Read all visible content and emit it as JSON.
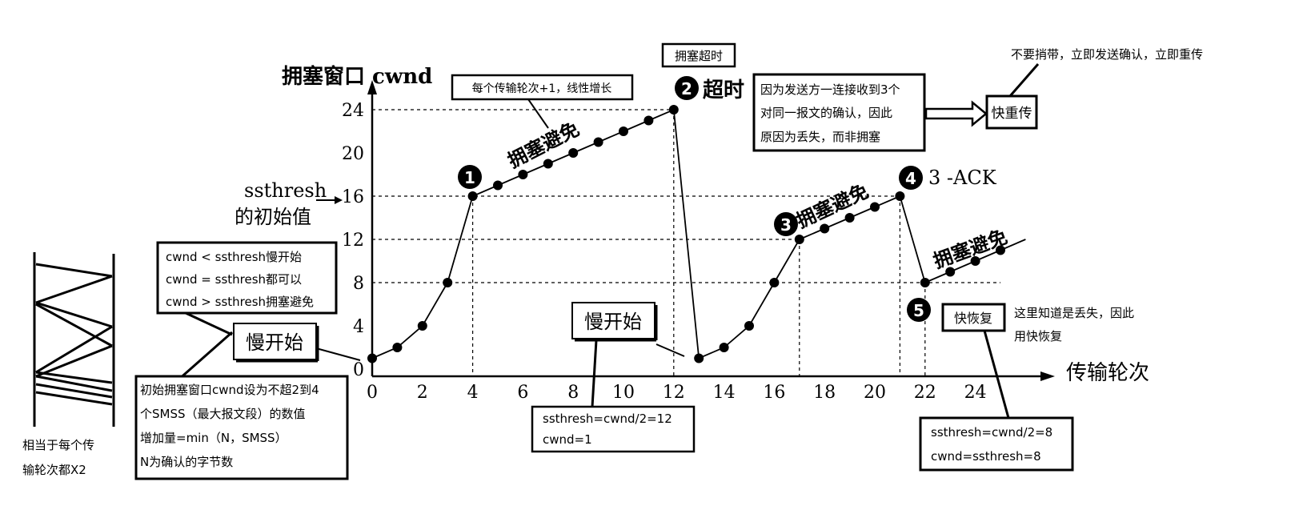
{
  "chart_data": {
    "type": "line",
    "ylabel": "拥塞窗口 cwnd",
    "xlabel": "传输轮次",
    "x_ticks": [
      "0",
      "2",
      "4",
      "6",
      "8",
      "10",
      "12",
      "14",
      "16",
      "18",
      "20",
      "22",
      "24"
    ],
    "y_ticks": [
      "0",
      "4",
      "8",
      "12",
      "16",
      "20",
      "24"
    ],
    "xlim": [
      0,
      26
    ],
    "ylim": [
      0,
      26
    ],
    "series": [
      {
        "values": [
          [
            0,
            1
          ],
          [
            1,
            2
          ],
          [
            2,
            4
          ],
          [
            3,
            8
          ],
          [
            4,
            16
          ],
          [
            5,
            17
          ],
          [
            6,
            18
          ],
          [
            7,
            19
          ],
          [
            8,
            20
          ],
          [
            9,
            21
          ],
          [
            10,
            22
          ],
          [
            11,
            23
          ],
          [
            12,
            24
          ],
          [
            13,
            1
          ],
          [
            14,
            2
          ],
          [
            15,
            4
          ],
          [
            16,
            8
          ],
          [
            17,
            12
          ],
          [
            18,
            13
          ],
          [
            19,
            14
          ],
          [
            20,
            15
          ],
          [
            21,
            16
          ],
          [
            22,
            8
          ],
          [
            23,
            9
          ],
          [
            24,
            10
          ],
          [
            25,
            11
          ],
          [
            26,
            12
          ]
        ]
      }
    ],
    "guide_lines": {
      "y": [
        24,
        16,
        12,
        8
      ],
      "x": [
        4,
        12,
        17,
        21,
        22
      ]
    }
  },
  "labels": {
    "ssthresh_line1": "ssthresh",
    "ssthresh_line2": "的初始值",
    "ca1": "拥塞避免",
    "ca2": "拥塞避免",
    "ca3": "拥塞避免",
    "timeout": "超时",
    "three_ack": "3 -ACK"
  },
  "markers": [
    "1",
    "2",
    "3",
    "4",
    "5"
  ],
  "boxes": {
    "timeout_box": "拥塞超时",
    "linear_box": "每个传输轮次+1，线性增长",
    "rule_box": [
      "cwnd < ssthresh慢开始",
      "cwnd = ssthresh都可以",
      "cwnd > ssthresh拥塞避免"
    ],
    "slow_start_1": "慢开始",
    "slow_start_2": "慢开始",
    "initial_box": [
      "初始拥塞窗口cwnd设为不超2到4",
      "个SMSS（最大报文段）的数值",
      "增加量=min（N，SMSS）",
      "N为确认的字节数"
    ],
    "after_timeout_box": [
      "ssthresh=cwnd/2=12",
      "cwnd=1"
    ],
    "three_ack_reason_box": [
      "因为发送方一连接收到3个",
      "对同一报文的确认，因此",
      "原因为丢失，而非拥塞"
    ],
    "fast_retransmit_box": "快重传",
    "fast_recovery_box": "快恢复",
    "after_fast_box": [
      "ssthresh=cwnd/2=8",
      "cwnd=ssthresh=8"
    ]
  },
  "notes": {
    "no_wait": "不要捎带，立即发送确认，立即重传",
    "loss_known": [
      "这里知道是丢失，因此",
      "用快恢复"
    ],
    "doubling": [
      "相当于每个传",
      "输轮次都X2"
    ]
  }
}
